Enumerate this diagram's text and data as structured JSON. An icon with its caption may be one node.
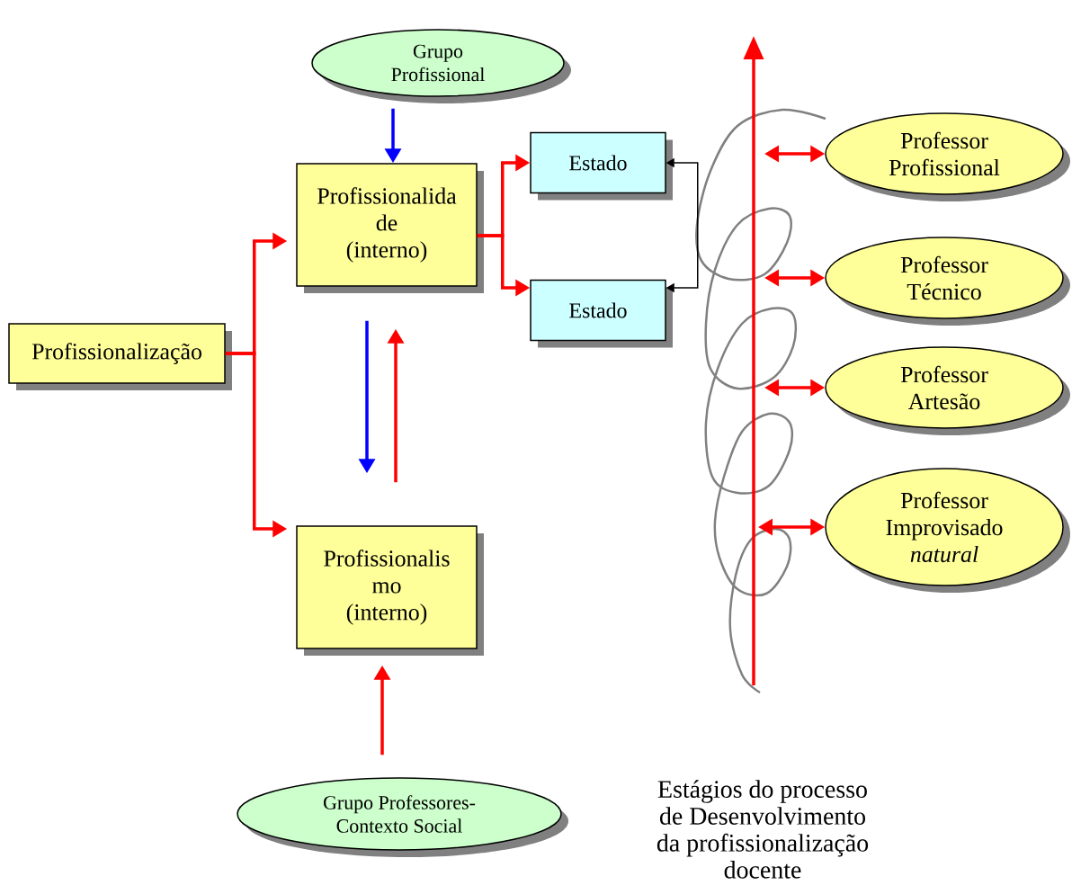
{
  "diagram": {
    "nodes": [
      {
        "text": [
          "Grupo Profissional"
        ]
      },
      {
        "text": [
          "Profissionalida de (interno)"
        ]
      },
      {
        "text": [
          "Estado"
        ]
      },
      {
        "text": [
          "Estado"
        ]
      },
      {
        "text": [
          "Profissionalização"
        ]
      },
      {
        "text": [
          "Profissionalis mo (interno)"
        ]
      },
      {
        "text": [
          "Grupo Professores- Contexto Social"
        ]
      },
      {
        "text": [
          "Professor Profissional"
        ]
      },
      {
        "text": [
          "Professor Técnico"
        ]
      },
      {
        "text": [
          "Professor Artesão"
        ]
      },
      {
        "text": [
          "Professor Improvisado",
          "*natural*"
        ]
      }
    ],
    "edges": [
      {
        "from": 0,
        "to": 1,
        "arrow": "to",
        "color": "#0000ff"
      },
      {
        "from": 4,
        "to": 1,
        "arrow": "to"
      },
      {
        "from": 4,
        "to": 5,
        "arrow": "to"
      },
      {
        "from": 1,
        "to": 2,
        "arrow": "to"
      },
      {
        "from": 1,
        "to": 3,
        "arrow": "to"
      },
      {
        "from": 3,
        "to": 2,
        "arrow": "both",
        "color": "#000000"
      },
      {
        "from": 1,
        "to": 5,
        "arrow": "to",
        "color": "#0000ff"
      },
      {
        "from": 5,
        "to": 1,
        "arrow": "to"
      },
      {
        "from": 6,
        "to": 5,
        "arrow": "to"
      },
      {
        "from": null,
        "to": 7,
        "arrow": "both"
      },
      {
        "from": null,
        "to": 8,
        "arrow": "both"
      },
      {
        "from": null,
        "to": 9,
        "arrow": "both"
      },
      {
        "from": null,
        "to": 10,
        "arrow": "both"
      }
    ],
    "labels": [
      "Estágios do processo de Desenvolvimento da profissionalização docente"
    ]
  }
}
